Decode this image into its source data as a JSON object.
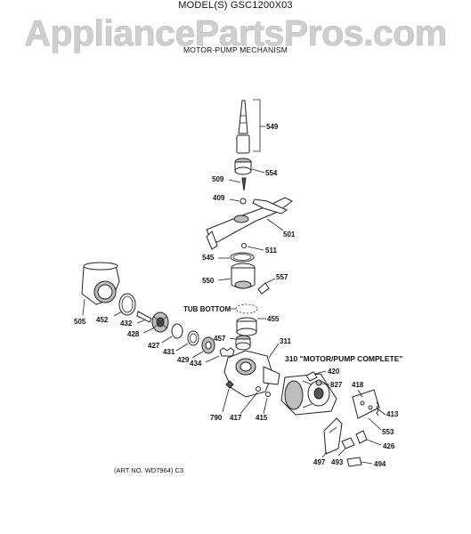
{
  "header": {
    "model": "MODEL(S) GSC1200X03",
    "watermark": "AppliancePartsPros.com",
    "title": "MOTOR-PUMP MECHANISM"
  },
  "callouts": {
    "549": "549",
    "554": "554",
    "509": "509",
    "409": "409",
    "501": "501",
    "511": "511",
    "545": "545",
    "550": "550",
    "557": "557",
    "505": "505",
    "452": "452",
    "432": "432",
    "428": "428",
    "455": "455",
    "427": "427",
    "457": "457",
    "311": "311",
    "431": "431",
    "429": "429",
    "434": "434",
    "420": "420",
    "827": "827",
    "418": "418",
    "413": "413",
    "790": "790",
    "417": "417",
    "415": "415",
    "553": "553",
    "426": "426",
    "497": "497",
    "493": "493",
    "494": "494"
  },
  "text_labels": {
    "tub_bottom": "TUB BOTTOM",
    "motor_pump_complete": "310 \"MOTOR/PUMP COMPLETE\""
  },
  "footer": {
    "art_no": "(ART NO. WD7964) C3"
  }
}
